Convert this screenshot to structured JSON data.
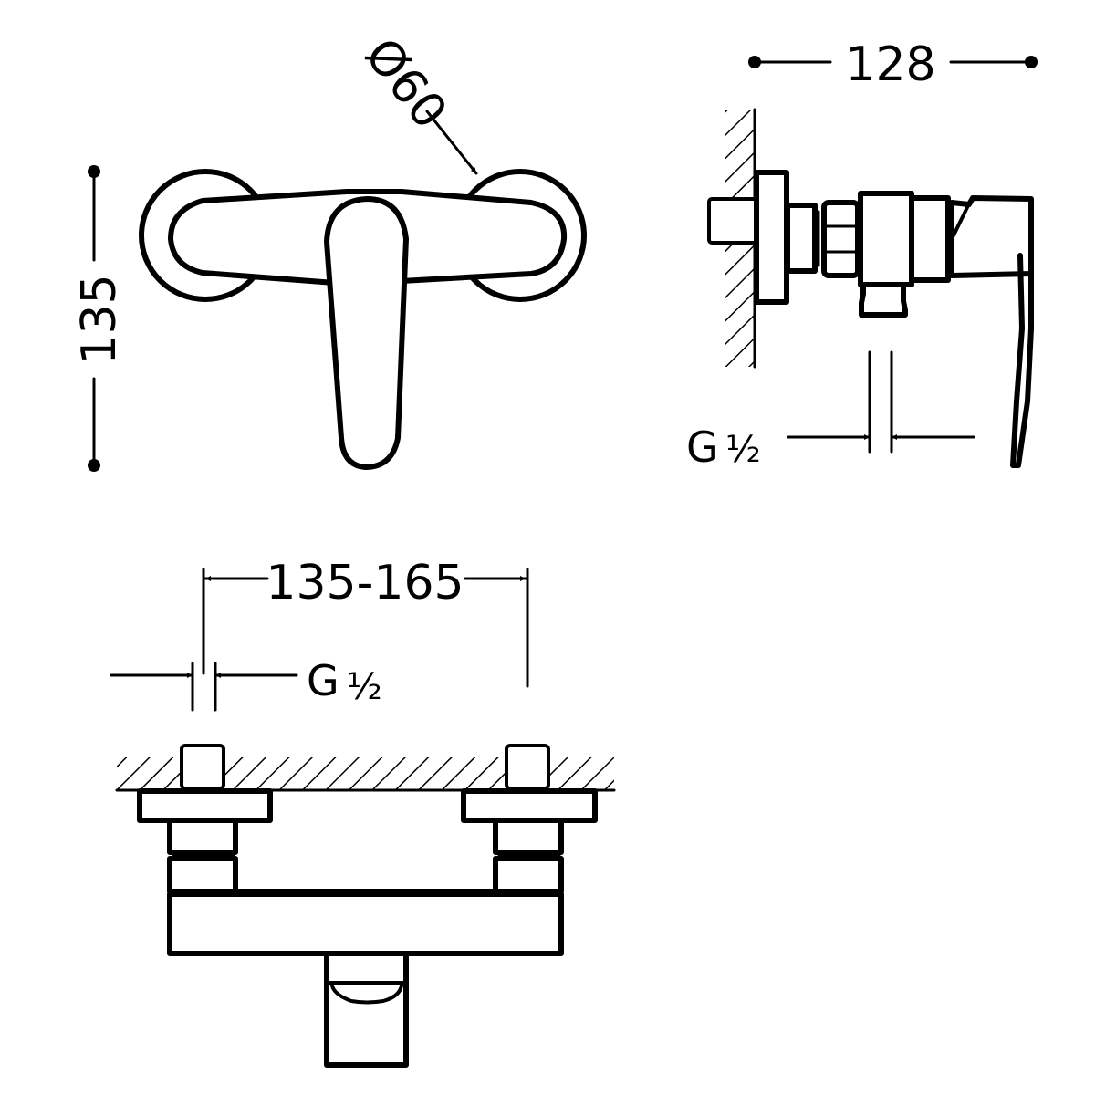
{
  "diagram": {
    "subject": "Single-lever wall-mounted shower mixer technical drawing",
    "views": {
      "front": {
        "dimensions": {
          "height": "135",
          "escutcheon_diameter": "Ø60"
        }
      },
      "side": {
        "dimensions": {
          "depth": "128",
          "thread": {
            "letter": "G",
            "fraction": "½"
          }
        }
      },
      "top": {
        "dimensions": {
          "centers": "135-165",
          "thread": {
            "letter": "G",
            "fraction": "½"
          }
        }
      }
    },
    "colors": {
      "line": "#000000",
      "background": "#ffffff"
    }
  }
}
